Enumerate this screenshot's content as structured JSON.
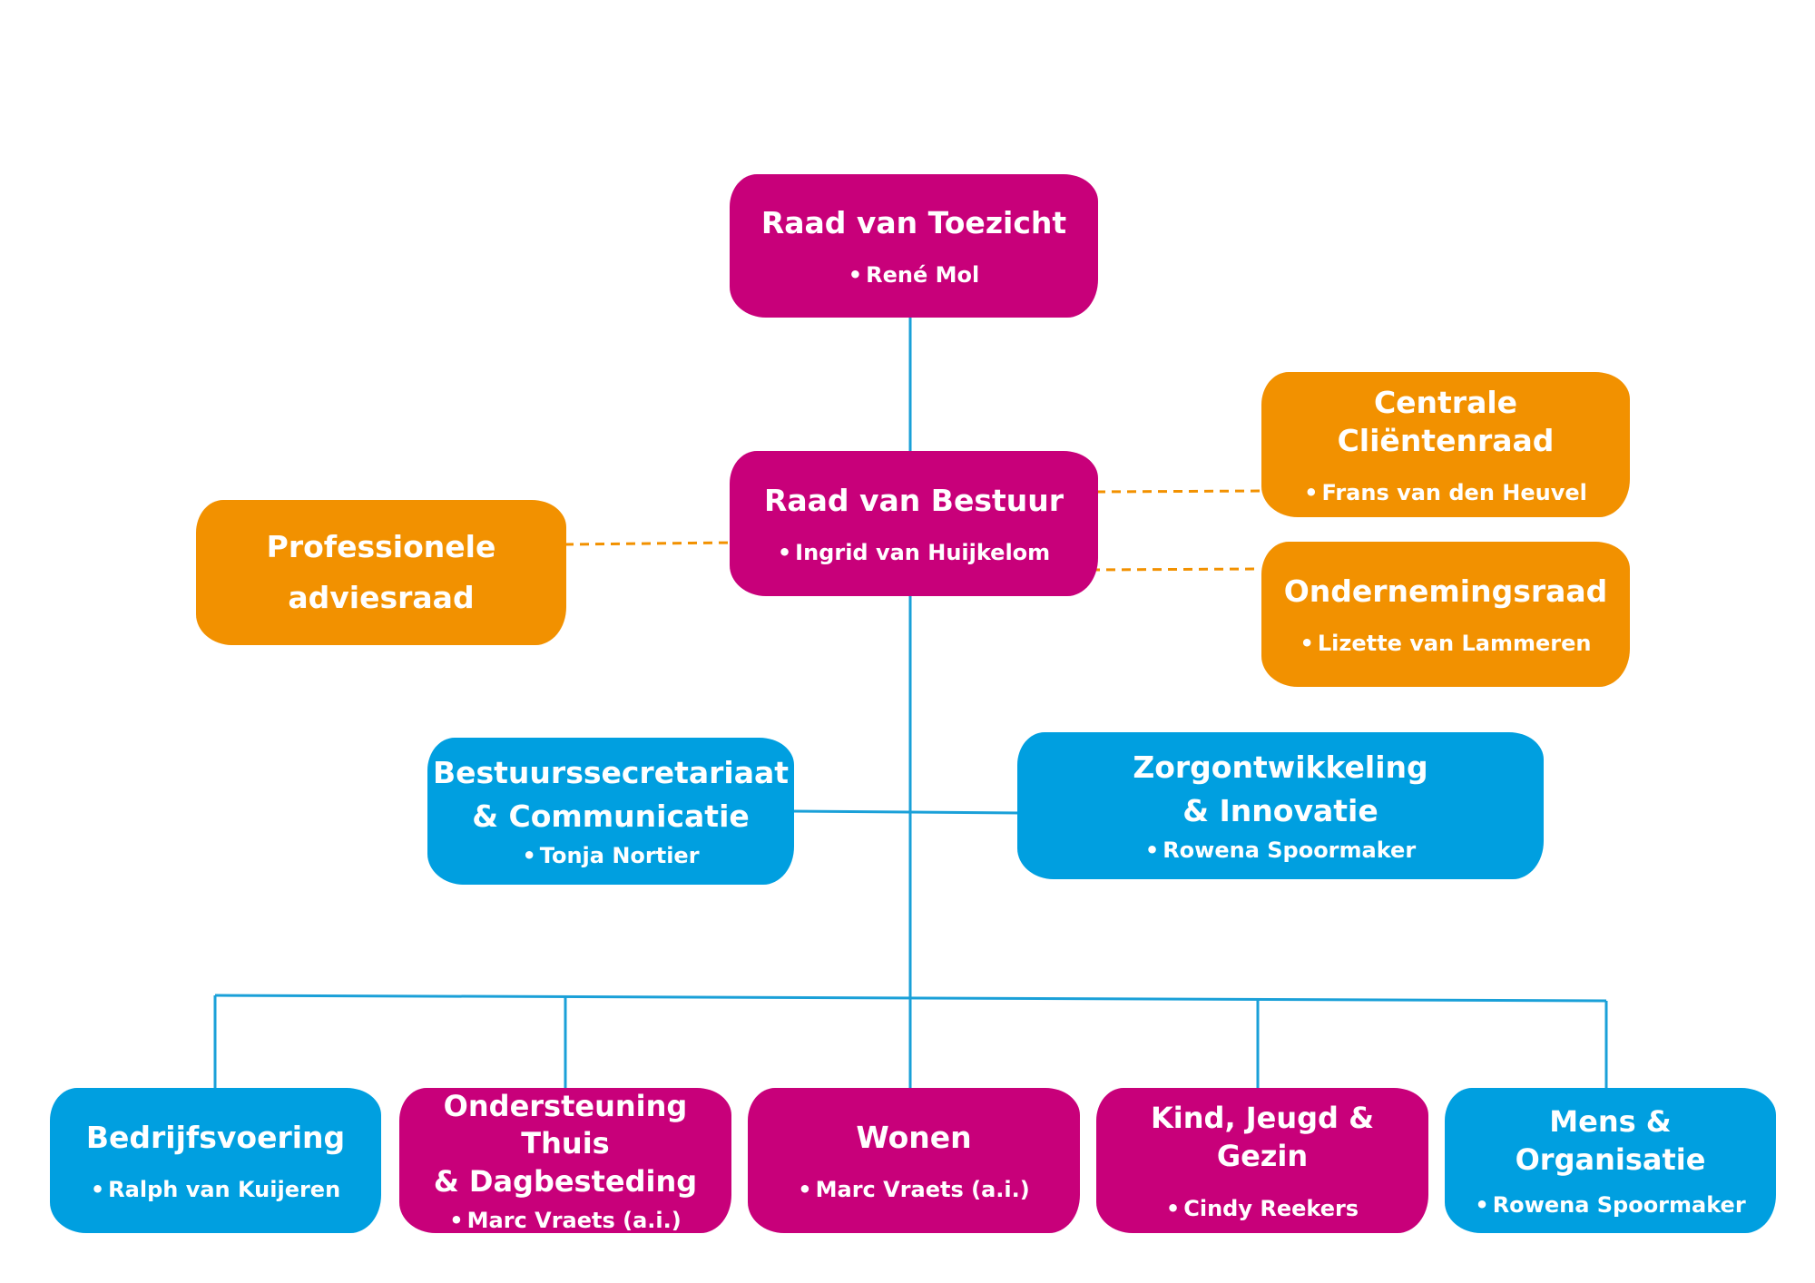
{
  "colors": {
    "magenta": "#c8007a",
    "orange": "#f29100",
    "blue": "#009fe0",
    "line_solid": "#1aa0d8",
    "line_dashed": "#f29100"
  },
  "top": {
    "raad_van_toezicht": {
      "title": "Raad van Toezicht",
      "person": "René Mol"
    },
    "raad_van_bestuur": {
      "title": "Raad van Bestuur",
      "person": "Ingrid van Huijkelom"
    }
  },
  "advisory": {
    "professionele_adviesraad": {
      "title_line1": "Professionele",
      "title_line2": "adviesraad"
    },
    "centrale_clientenraad": {
      "title": "Centrale Cliëntenraad",
      "person": "Frans van den Heuvel"
    },
    "ondernemingsraad": {
      "title": "Ondernemingsraad",
      "person": "Lizette van Lammeren"
    }
  },
  "staff": {
    "bestuurssecretariaat": {
      "title_line1": "Bestuurssecretariaat",
      "title_line2": "& Communicatie",
      "person": "Tonja Nortier"
    },
    "zorgontwikkeling": {
      "title_line1": "Zorgontwikkeling",
      "title_line2": "& Innovatie",
      "person": "Rowena Spoormaker"
    }
  },
  "divisions": [
    {
      "title_line1": "Bedrijfsvoering",
      "title_line2": "",
      "person": "Ralph van Kuijeren"
    },
    {
      "title_line1": "Ondersteuning Thuis",
      "title_line2": "& Dagbesteding",
      "person": "Marc Vraets (a.i.)"
    },
    {
      "title_line1": "Wonen",
      "title_line2": "",
      "person": "Marc Vraets (a.i.)"
    },
    {
      "title_line1": "Kind, Jeugd & Gezin",
      "title_line2": "",
      "person": "Cindy Reekers"
    },
    {
      "title_line1": "Mens & Organisatie",
      "title_line2": "",
      "person": "Rowena Spoormaker"
    }
  ]
}
